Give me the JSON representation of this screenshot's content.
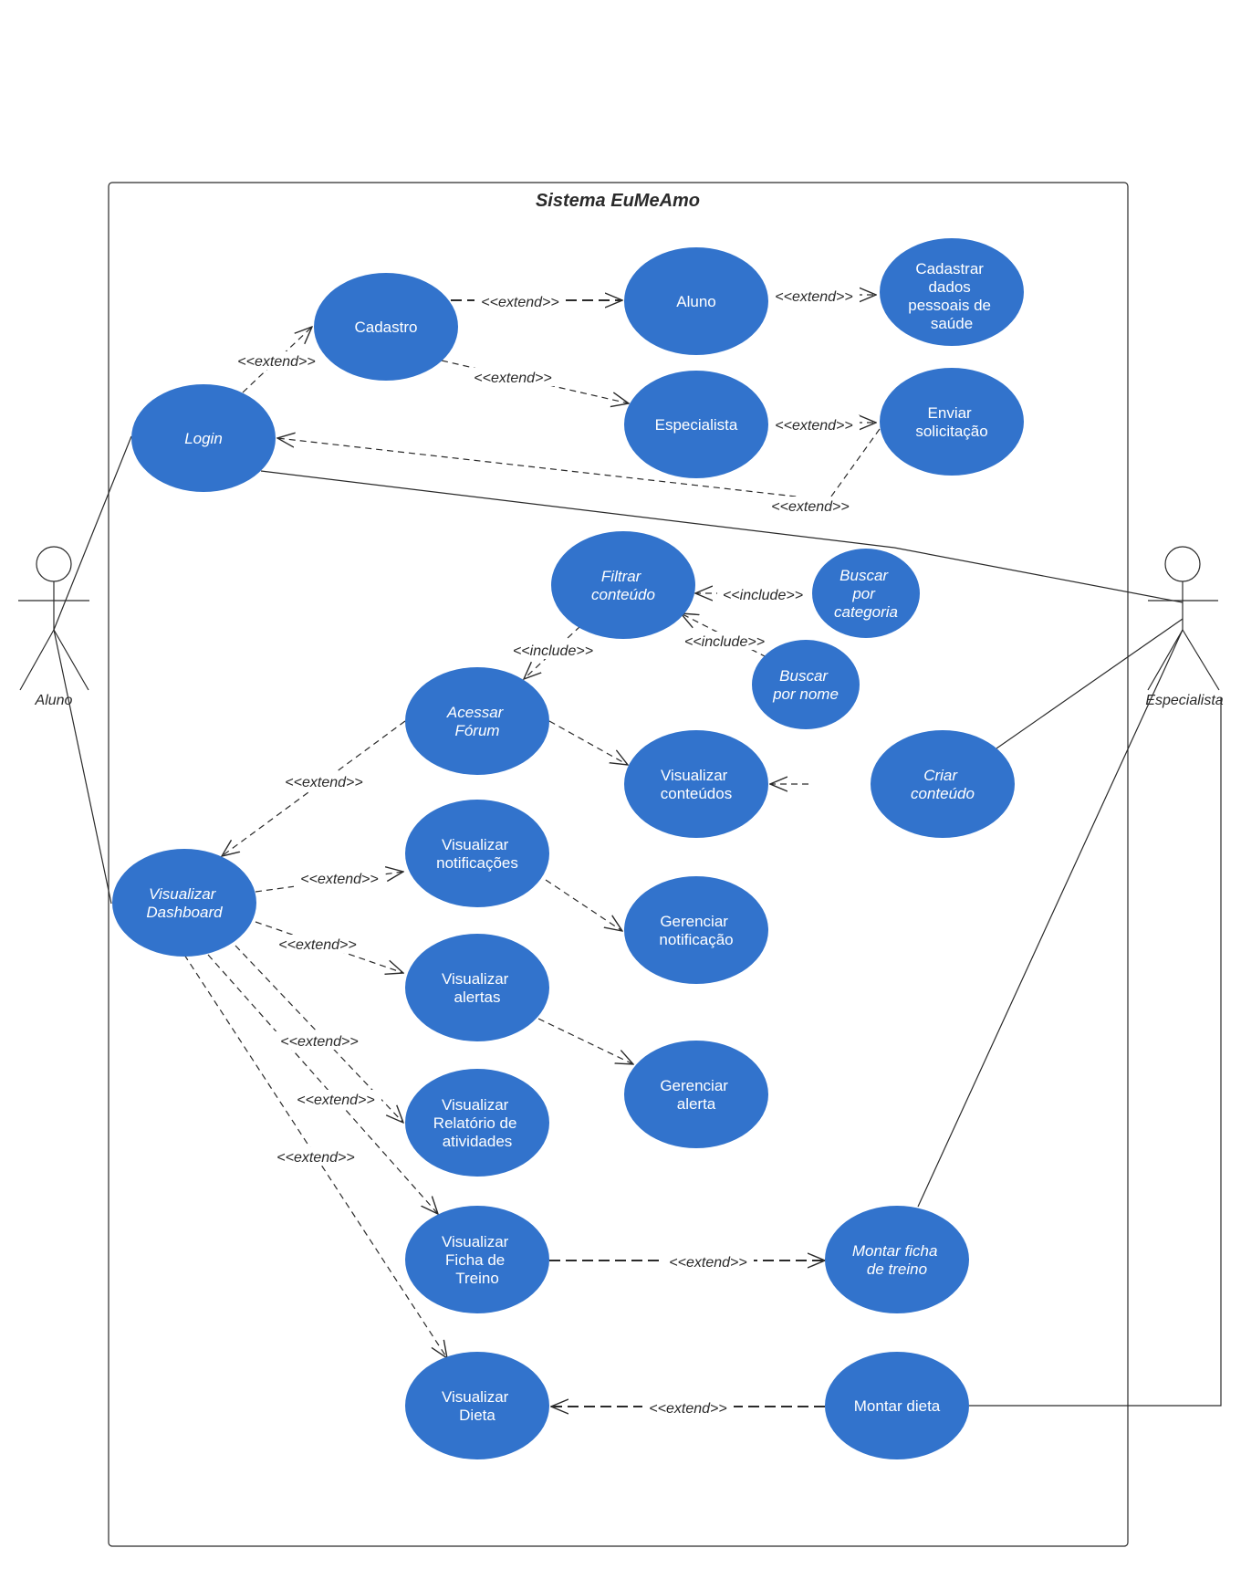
{
  "title": "Sistema EuMeAmo",
  "actors": {
    "aluno": "Aluno",
    "especialista": "Especialista"
  },
  "colors": {
    "use_case_fill": "#3273cc",
    "line": "#2a2a2a"
  },
  "use_cases": {
    "login": [
      "Login"
    ],
    "cadastro": [
      "Cadastro"
    ],
    "aluno": [
      "Aluno"
    ],
    "especialista": [
      "Especialista"
    ],
    "cadastrar_dados": [
      "Cadastrar",
      "dados",
      "pessoais de",
      "saúde"
    ],
    "enviar_solicitacao": [
      "Enviar",
      "solicitação"
    ],
    "filtrar_conteudo": [
      "Filtrar",
      "conteúdo"
    ],
    "buscar_categoria": [
      "Buscar",
      "por",
      "categoria"
    ],
    "buscar_nome": [
      "Buscar",
      "por nome"
    ],
    "acessar_forum": [
      "Acessar",
      "Fórum"
    ],
    "visualizar_conteudos": [
      "Visualizar",
      "conteúdos"
    ],
    "criar_conteudo": [
      "Criar",
      "conteúdo"
    ],
    "visualizar_dashboard": [
      "Visualizar",
      "Dashboard"
    ],
    "visualizar_notificacoes": [
      "Visualizar",
      "notificações"
    ],
    "gerenciar_notificacao": [
      "Gerenciar",
      "notificação"
    ],
    "visualizar_alertas": [
      "Visualizar",
      "alertas"
    ],
    "gerenciar_alerta": [
      "Gerenciar",
      "alerta"
    ],
    "visualizar_relatorio": [
      "Visualizar",
      "Relatório de",
      "atividades"
    ],
    "visualizar_ficha": [
      "Visualizar",
      "Ficha de",
      "Treino"
    ],
    "montar_ficha": [
      "Montar ficha",
      "de treino"
    ],
    "visualizar_dieta": [
      "Visualizar",
      "Dieta"
    ],
    "montar_dieta": [
      "Montar dieta"
    ]
  },
  "relations": {
    "login_cadastro": "<<extend>>",
    "cadastro_aluno": "<<extend>>",
    "cadastro_especialista": "<<extend>>",
    "aluno_cadastrar": "<<extend>>",
    "especialista_enviar": "<<extend>>",
    "enviar_login": "<<extend>>",
    "buscar_categoria_filtrar": "<<include>>",
    "buscar_nome_filtrar": "<<include>>",
    "filtrar_forum": "<<include>>",
    "forum_dashboard": "<<extend>>",
    "dashboard_notificacoes": "<<extend>>",
    "dashboard_alertas": "<<extend>>",
    "dashboard_relatorio": "<<extend>>",
    "dashboard_ficha": "<<extend>>",
    "dashboard_dieta": "<<extend>>",
    "ficha_montar": "<<extend>>",
    "dieta_montar": "<<extend>>"
  }
}
